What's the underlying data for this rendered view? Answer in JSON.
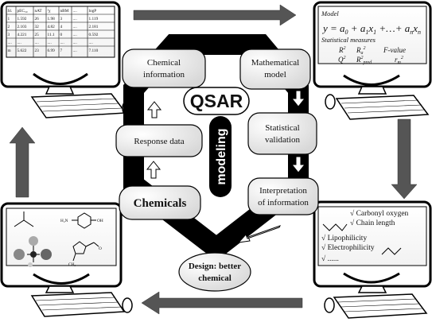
{
  "center": {
    "qsar": "QSAR",
    "modeling": "modeling"
  },
  "bubbles": {
    "chemical_information": [
      "Chemical",
      "information"
    ],
    "mathematical_model": [
      "Mathematical",
      "model"
    ],
    "response_data": "Response data",
    "statistical_validation": [
      "Statistical",
      "validation"
    ],
    "chemicals": "Chemicals",
    "interpretation": [
      "Interpretation",
      "of information"
    ],
    "design": [
      "Design: better",
      "chemical"
    ]
  },
  "table": {
    "headers": [
      "Sl.",
      "pEC₅₀",
      "nAT",
      "¹χ",
      "nBM",
      "....",
      "logP"
    ],
    "rows": [
      [
        "1",
        "1.592",
        "26",
        "1.98",
        "3",
        "....",
        "1.119"
      ],
      [
        "2",
        "2.103",
        "32",
        "4.82",
        "4",
        "....",
        "2.181"
      ],
      [
        "3",
        "4.221",
        "25",
        "11.1",
        "0",
        "....",
        "0.592"
      ],
      [
        "....",
        "....",
        "....",
        "....",
        "....",
        "....",
        "...."
      ],
      [
        "m",
        "5.622",
        "23",
        "6.99",
        "7",
        "....",
        "7.110"
      ]
    ]
  },
  "model_screen": {
    "title": "Model",
    "stats_title": "Statistical measures",
    "stat_r2": "R",
    "stat_ra2": "R",
    "stat_ra2_sub": "a",
    "stat_fvalue": "F-value",
    "stat_q2": "Q",
    "stat_r2pred": "R",
    "stat_r2pred_sub": "pred",
    "stat_rm2": "r",
    "stat_rm2_sub": "m",
    "sup2": "2"
  },
  "interpretation_screen": {
    "properties": [
      "√ Carbonyl oxygen",
      "√ Chain length",
      "√ Lipophilicity",
      "√ Electrophilicity",
      "√ ......"
    ]
  },
  "chem_screen": {
    "labels": [
      "H₂N",
      "OH",
      "CH₃",
      "O"
    ]
  },
  "colors": {
    "arrow_gray": "#555555",
    "hexagon": "#000000",
    "bubble_fill": "#e8e8e8"
  }
}
